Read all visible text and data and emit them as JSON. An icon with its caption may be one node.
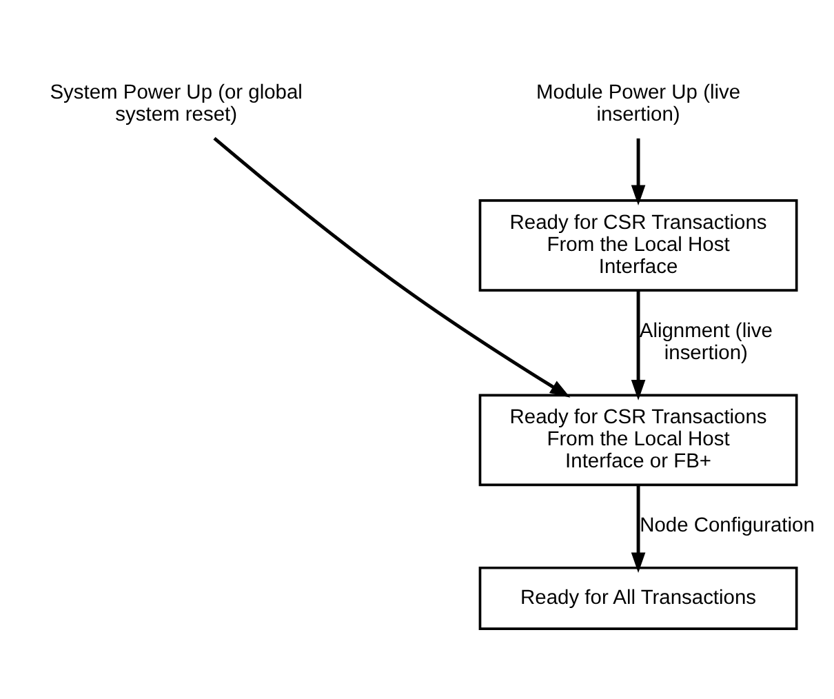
{
  "diagram": {
    "nodes": [
      {
        "text": [
          "System Power Up (or global system reset)"
        ]
      },
      {
        "text": [
          "Module Power Up (live insertion)"
        ]
      },
      {
        "text": [
          "Ready for CSR Transactions From the Local Host Interface"
        ]
      },
      {
        "text": [
          "Ready for CSR Transactions From the Local Host Interface or FB+"
        ]
      },
      {
        "text": [
          "Ready for All Transactions"
        ]
      }
    ],
    "edges": [
      {
        "from": 1,
        "to": 2,
        "arrow": "to"
      },
      {
        "from": 2,
        "to": 3,
        "arrow": "to",
        "label": "Alignment (live insertion)"
      },
      {
        "from": 0,
        "to": 3,
        "arrow": "to"
      },
      {
        "from": 3,
        "to": 4,
        "arrow": "to",
        "label": "Node Configuration"
      }
    ]
  }
}
